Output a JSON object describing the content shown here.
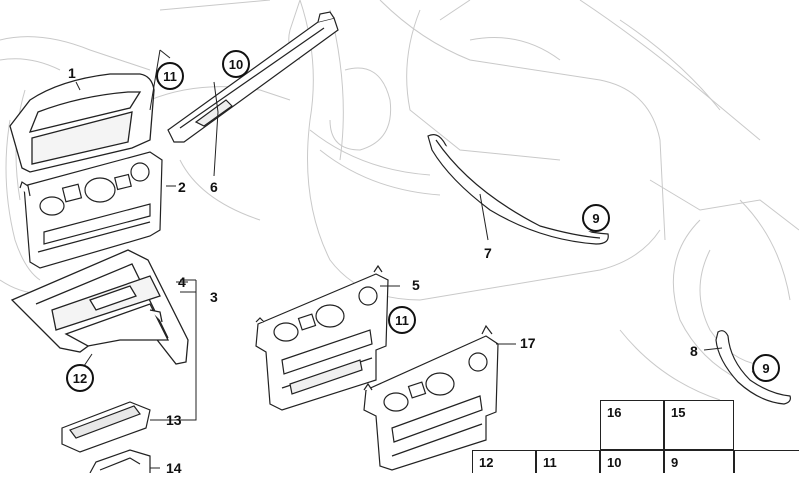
{
  "callouts": {
    "c1": "1",
    "c2": "2",
    "c3": "3",
    "c4": "4",
    "c5": "5",
    "c6": "6",
    "c7": "7",
    "c8": "8",
    "c13": "13",
    "c14": "14",
    "c17": "17"
  },
  "circled": {
    "c11a": "11",
    "c10": "10",
    "c9a": "9",
    "c11b": "11",
    "c12": "12",
    "c9b": "9"
  },
  "parts_grid": {
    "g16": "16",
    "g15": "15",
    "g12": "12",
    "g11": "11",
    "g10": "10",
    "g9": "9"
  }
}
